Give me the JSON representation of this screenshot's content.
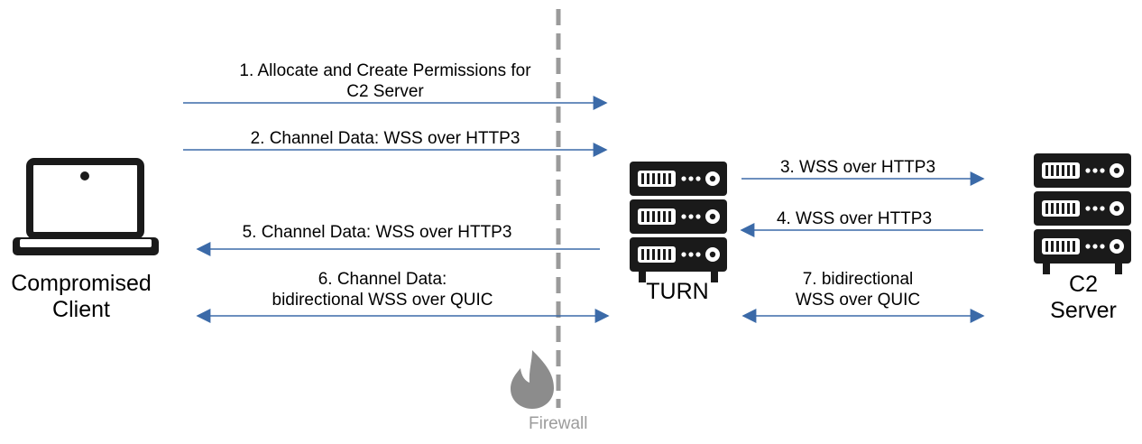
{
  "nodes": {
    "client": {
      "line1": "Compromised",
      "line2": "Client"
    },
    "turn": {
      "label": "TURN"
    },
    "c2": {
      "line1": "C2",
      "line2": "Server"
    },
    "firewall": {
      "label": "Firewall"
    }
  },
  "messages": {
    "m1": {
      "line1": "1. Allocate and Create Permissions for",
      "line2": "C2 Server"
    },
    "m2": {
      "line1": "2. Channel Data: WSS over HTTP3"
    },
    "m3": {
      "line1": "3.  WSS over HTTP3"
    },
    "m4": {
      "line1": "4. WSS over HTTP3"
    },
    "m5": {
      "line1": "5. Channel Data: WSS over HTTP3"
    },
    "m6": {
      "line1": "6. Channel Data:",
      "line2": "bidirectional WSS over QUIC"
    },
    "m7": {
      "line1": "7. bidirectional",
      "line2": "WSS over QUIC"
    }
  },
  "colors": {
    "arrow": "#3b6aa8",
    "icon": "#1a1a1a",
    "firewall": "#9a9a9a",
    "flame": "#8c8c8c"
  }
}
